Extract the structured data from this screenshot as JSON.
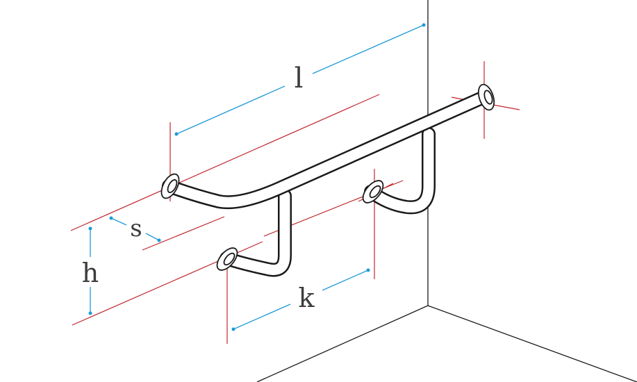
{
  "labels": {
    "length": "l",
    "spacing": "s",
    "height": "h",
    "support_distance": "k"
  },
  "colors": {
    "outline": "#1a1a1a",
    "dimension": "#1f9ad6",
    "construction": "#c0272d",
    "label": "#3d3d3d"
  }
}
